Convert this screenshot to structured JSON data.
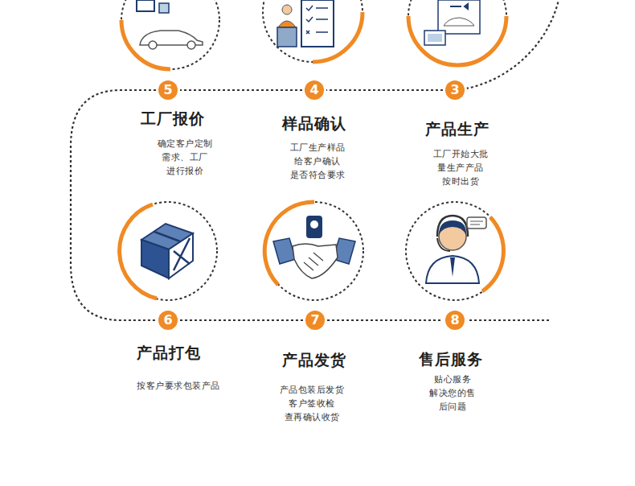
{
  "diagram": {
    "nodes": [
      {
        "text": [
          "5",
          "工厂报价",
          "确定客户定制 需求、工厂 进行报价"
        ]
      },
      {
        "text": [
          "4",
          "样品确认",
          "工厂生产样品 给客户确认 是否符合要求"
        ]
      },
      {
        "text": [
          "3",
          "产品生产",
          "工厂开始大批 量生产产品 按时出货"
        ]
      },
      {
        "text": [
          "6",
          "产品打包",
          "按客户要求包装产品"
        ]
      },
      {
        "text": [
          "7",
          "产品发货",
          "产品包装后发货 客户签收检 查再确认收货"
        ]
      },
      {
        "text": [
          "8",
          "售后服务",
          "贴心服务 解决您的售 后问题"
        ]
      }
    ],
    "edges": [
      {
        "from": 2,
        "to": 1,
        "arrow": "none"
      },
      {
        "from": 1,
        "to": 0,
        "arrow": "none"
      },
      {
        "from": 0,
        "to": 3,
        "arrow": "none"
      },
      {
        "from": 3,
        "to": 4,
        "arrow": "none"
      },
      {
        "from": 4,
        "to": 5,
        "arrow": "none"
      }
    ]
  }
}
